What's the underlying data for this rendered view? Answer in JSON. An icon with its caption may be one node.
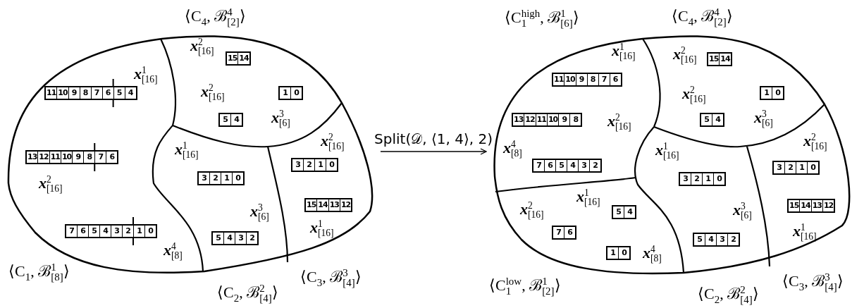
{
  "diagram": {
    "nodes": [
      {
        "text": [],
        "shape": "blob"
      },
      {
        "text": [
          "⟨C$_{4}$, ℬ$^{4}$$_{[2]}$⟩",
          "**x**$^{2}$$_{[16]}$",
          "**x**$^{2}$$_{[16]}$",
          "**x**$^{3}$$_{[6]}$"
        ],
        "in": 0
      },
      {
        "text": [
          "15 14"
        ],
        "in": 1
      },
      {
        "text": [
          "1 0"
        ],
        "in": 1
      },
      {
        "text": [
          "5 4"
        ],
        "in": 1
      },
      {
        "text": [
          "**x**$^{1}$$_{[16]}$",
          "**x**$^{2}$$_{[16]}$",
          "**x**$^{4}$$_{[8]}$",
          "⟨C$_{1}$, ℬ$^{1}$$_{[8]}$⟩"
        ],
        "in": 0
      },
      {
        "text": [
          "11 10 9 8 7 6 5 4"
        ],
        "in": 5
      },
      {
        "text": [
          "13 12 11 10 9 8 7 6"
        ],
        "in": 5
      },
      {
        "text": [
          "7 6 5 4 3 2 1 0"
        ],
        "in": 5
      },
      {
        "text": [
          "**x**$^{1}$$_{[16]}$",
          "**x**$^{3}$$_{[6]}$",
          "⟨C$_{2}$, ℬ$^{2}$$_{[4]}$⟩"
        ],
        "in": 0
      },
      {
        "text": [
          "3 2 1 0"
        ],
        "in": 9
      },
      {
        "text": [
          "5 4 3 2"
        ],
        "in": 9
      },
      {
        "text": [
          "**x**$^{2}$$_{[16]}$",
          "**x**$^{1}$$_{[16]}$",
          "⟨C$_{3}$, ℬ$^{3}$$_{[4]}$⟩"
        ],
        "in": 0
      },
      {
        "text": [
          "3 2 1 0"
        ],
        "in": 12
      },
      {
        "text": [
          "15 14 13 12"
        ],
        "in": 12
      },
      {
        "text": [],
        "shape": "blob"
      },
      {
        "text": [
          "⟨C$_{1}$$^{high}$, ℬ$^{1}$$_{[6]}$⟩",
          "**x**$^{1}$$_{[16]}$",
          "**x**$^{2}$$_{[16]}$",
          "**x**$^{4}$$_{[8]}$"
        ],
        "in": 15
      },
      {
        "text": [
          "11 10 9 8 7 6"
        ],
        "in": 16
      },
      {
        "text": [
          "13 12 11 10 9 8"
        ],
        "in": 16
      },
      {
        "text": [
          "7 6 5 4 3 2"
        ],
        "in": 16
      },
      {
        "text": [
          "⟨C$_{4}$, ℬ$^{4}$$_{[2]}$⟩",
          "**x**$^{2}$$_{[16]}$",
          "**x**$^{2}$$_{[16]}$",
          "**x**$^{3}$$_{[6]}$"
        ],
        "in": 15
      },
      {
        "text": [
          "15 14"
        ],
        "in": 20
      },
      {
        "text": [
          "1 0"
        ],
        "in": 20
      },
      {
        "text": [
          "5 4"
        ],
        "in": 20
      },
      {
        "text": [
          "**x**$^{1}$$_{[16]}$",
          "**x**$^{2}$$_{[16]}$",
          "**x**$^{4}$$_{[8]}$",
          "⟨C$_{1}$$^{low}$, ℬ$^{1}$$_{[2]}$⟩"
        ],
        "in": 15
      },
      {
        "text": [
          "5 4"
        ],
        "in": 24
      },
      {
        "text": [
          "7 6"
        ],
        "in": 24
      },
      {
        "text": [
          "1 0"
        ],
        "in": 24
      },
      {
        "text": [
          "**x**$^{1}$$_{[16]}$",
          "**x**$^{3}$$_{[6]}$",
          "⟨C$_{2}$, ℬ$^{2}$$_{[4]}$⟩"
        ],
        "in": 15
      },
      {
        "text": [
          "3 2 1 0"
        ],
        "in": 28
      },
      {
        "text": [
          "5 4 3 2"
        ],
        "in": 28
      },
      {
        "text": [
          "**x**$^{2}$$_{[16]}$",
          "**x**$^{1}$$_{[16]}$",
          "⟨C$_{3}$, ℬ$^{3}$$_{[4]}$⟩"
        ],
        "in": 15
      },
      {
        "text": [
          "3 2 1 0"
        ],
        "in": 31
      },
      {
        "text": [
          "15 14 13 12"
        ],
        "in": 31
      }
    ],
    "edges": [
      {
        "from": 0,
        "to": 15,
        "arrow": "to",
        "label": "Split(𝒟, ⟨1, 4⟩, 2)"
      }
    ]
  }
}
